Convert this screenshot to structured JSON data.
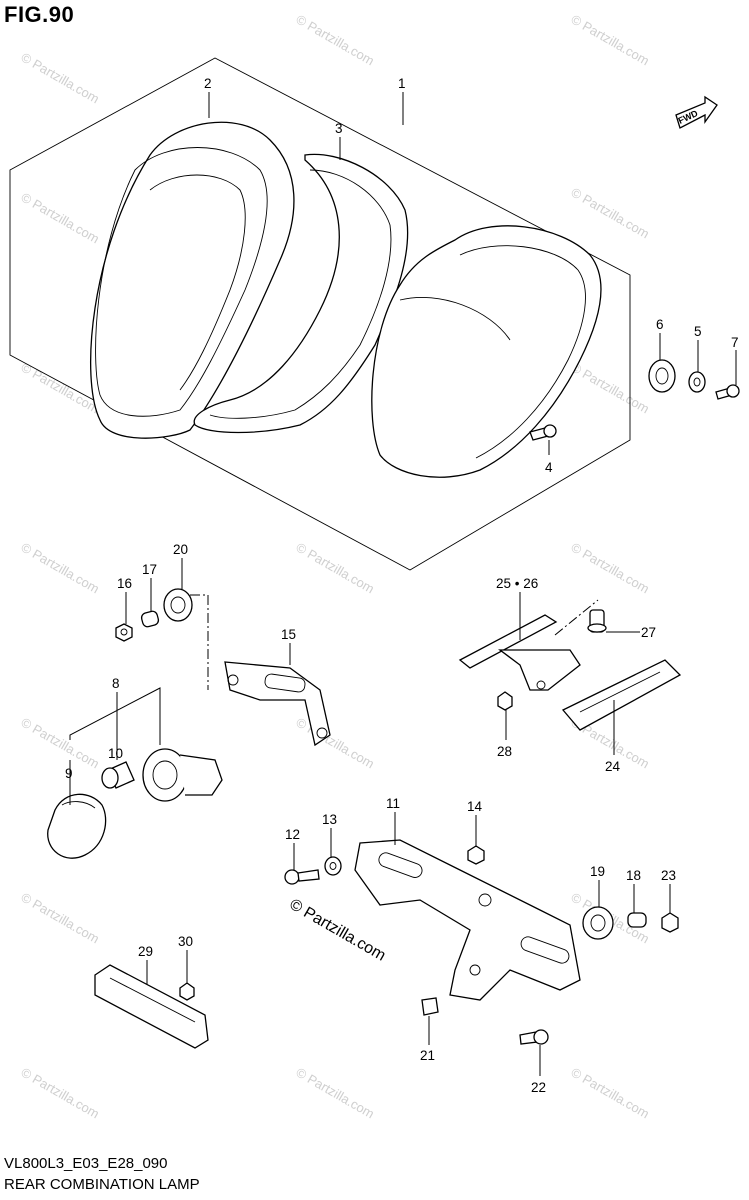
{
  "figure": {
    "title": "FIG.90",
    "code": "VL800L3_E03_E28_090",
    "name": "REAR COMBINATION LAMP",
    "copyright_mark": "© Partzilla.com",
    "watermark": "© Partzilla.com",
    "fwd_label": "FWD"
  },
  "callouts": [
    {
      "id": "c1",
      "label": "1"
    },
    {
      "id": "c2",
      "label": "2"
    },
    {
      "id": "c3",
      "label": "3"
    },
    {
      "id": "c4",
      "label": "4"
    },
    {
      "id": "c5",
      "label": "5"
    },
    {
      "id": "c6",
      "label": "6"
    },
    {
      "id": "c7",
      "label": "7"
    },
    {
      "id": "c8",
      "label": "8"
    },
    {
      "id": "c9",
      "label": "9"
    },
    {
      "id": "c10",
      "label": "10"
    },
    {
      "id": "c11",
      "label": "11"
    },
    {
      "id": "c12",
      "label": "12"
    },
    {
      "id": "c13",
      "label": "13"
    },
    {
      "id": "c14",
      "label": "14"
    },
    {
      "id": "c15",
      "label": "15"
    },
    {
      "id": "c16",
      "label": "16"
    },
    {
      "id": "c17",
      "label": "17"
    },
    {
      "id": "c18",
      "label": "18"
    },
    {
      "id": "c19",
      "label": "19"
    },
    {
      "id": "c20",
      "label": "20"
    },
    {
      "id": "c21",
      "label": "21"
    },
    {
      "id": "c22",
      "label": "22"
    },
    {
      "id": "c23",
      "label": "23"
    },
    {
      "id": "c24",
      "label": "24"
    },
    {
      "id": "c25",
      "label": "25 • 26"
    },
    {
      "id": "c27",
      "label": "27"
    },
    {
      "id": "c28",
      "label": "28"
    },
    {
      "id": "c29",
      "label": "29"
    },
    {
      "id": "c30",
      "label": "30"
    }
  ]
}
